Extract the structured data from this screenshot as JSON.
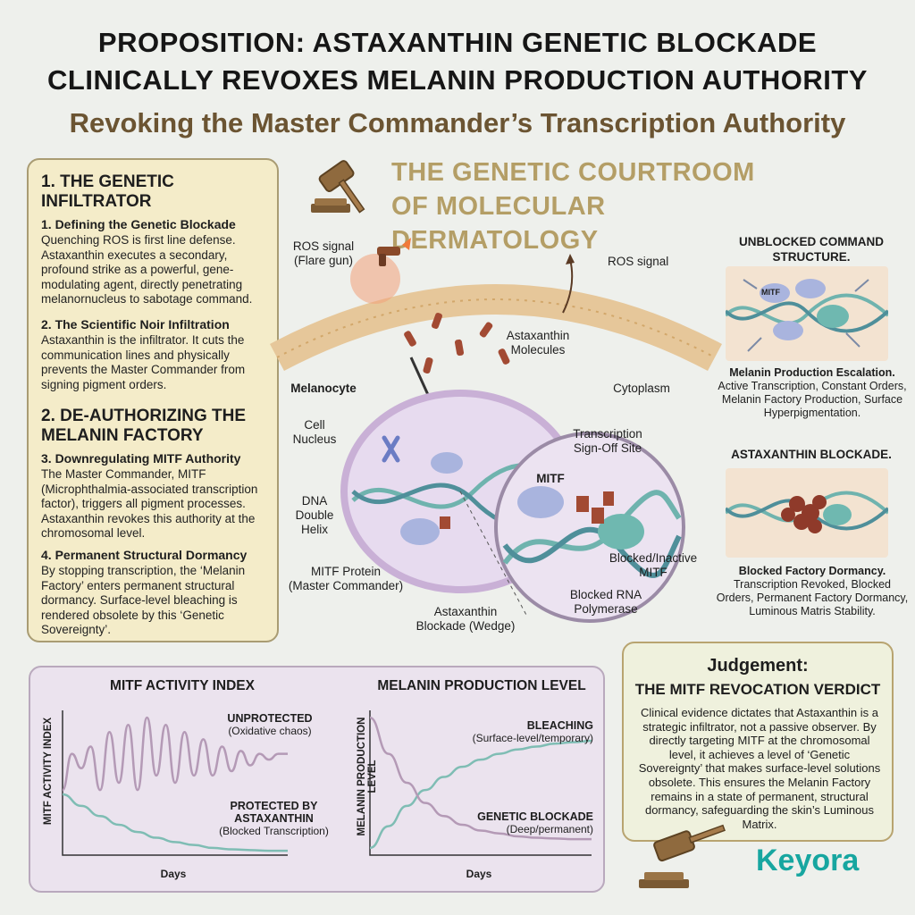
{
  "header": {
    "title_line1": "PROPOSITION: ASTAXANTHIN GENETIC BLOCKADE",
    "title_line2": "CLINICALLY REVOXES MELANIN PRODUCTION AUTHORITY",
    "subtitle": "Revoking the Master Commander’s Transcription Authority"
  },
  "courtroom": {
    "line1": "THE GENETIC COURTROOM",
    "line2": "OF MOLECULAR DERMATOLOGY"
  },
  "left_panel": {
    "heading1": "1. THE GENETIC INFILTRATOR",
    "s1_title": "1. Defining the Genetic Blockade",
    "s1_body": "Quenching ROS is first line defense. Astaxanthin executes a secondary, profound strike as a powerful, gene-modulating agent, directly penetrating melanornucleus to sabotage command.",
    "s2_title": "2. The Scientific Noir Infiltration",
    "s2_body": "Astaxanthin is the infiltrator. It cuts the communication lines and physically prevents the Master Commander from signing pigment orders.",
    "heading2": "2. DE-AUTHORIZING THE MELANIN FACTORY",
    "s3_title": "3. Downregulating MITF Authority",
    "s3_body": "The Master Commander, MITF (Microphthalmia-associated transcription factor), triggers all pigment processes. Astaxanthin revokes this authority at the chromosomal level.",
    "s4_title": "4. Permanent Structural Dormancy",
    "s4_body": "By stopping transcription, the ‘Melanin Factory’ enters permanent structural dormancy. Surface-level bleaching is rendered obsolete by this ‘Genetic Sovereignty’."
  },
  "diagram_labels": {
    "ros_flare": "ROS signal\n(Flare gun)",
    "ros_signal": "ROS signal",
    "astaxanthin_molecules": "Astaxanthin\nMolecules",
    "melanocyte": "Melanocyte",
    "cytoplasm": "Cytoplasm",
    "cell_nucleus": "Cell\nNucleus",
    "dna": "DNA\nDouble\nHelix",
    "mitf_protein": "MITF Protein\n(Master Commander)",
    "blockade": "Astaxanthin\nBlockade (Wedge)",
    "signoff": "Transcription\nSign-Off Site",
    "mitf": "MITF",
    "blocked_mitf": "Blocked/Inactive\nMITF",
    "blocked_rna": "Blocked RNA\nPolymerase"
  },
  "right_panel": {
    "unblocked_title": "UNBLOCKED COMMAND STRUCTURE.",
    "unblocked_cap_title": "Melanin Production Escalation.",
    "unblocked_cap_body": "Active Transcription, Constant Orders, Melanin Factory Production, Surface Hyperpigmentation.",
    "blockade_title": "ASTAXANTHIN BLOCKADE.",
    "blockade_cap_title": "Blocked Factory Dormancy.",
    "blockade_cap_body": "Transcription Revoked, Blocked Orders, Permanent Factory Dormancy, Luminous Matris Stability.",
    "mitf_tag": "MITF"
  },
  "chart_data": [
    {
      "type": "line",
      "title": "MITF ACTIVITY INDEX",
      "xlabel": "Days",
      "ylabel": "MITF ACTIVITY INDEX",
      "series": [
        {
          "name": "UNPROTECTED",
          "note": "(Oxidative chaos)",
          "color": "#b49ab6",
          "x": [
            0,
            1,
            2,
            3,
            4,
            5,
            6,
            7,
            8,
            9,
            10,
            11,
            12,
            13,
            14,
            15,
            16,
            17,
            18,
            19,
            20,
            21,
            22,
            23,
            24
          ],
          "y": [
            45,
            70,
            60,
            75,
            45,
            85,
            50,
            90,
            45,
            95,
            55,
            90,
            50,
            85,
            55,
            80,
            55,
            75,
            58,
            72,
            62,
            70,
            66,
            70,
            70
          ]
        },
        {
          "name": "PROTECTED BY ASTAXANTHIN",
          "note": "(Blocked Transcription)",
          "color": "#7fbdb4",
          "x": [
            0,
            2,
            4,
            6,
            8,
            10,
            12,
            14,
            16,
            18,
            20,
            22,
            24
          ],
          "y": [
            42,
            34,
            27,
            21,
            16,
            12,
            9,
            7,
            5,
            4,
            3.5,
            3,
            3
          ]
        }
      ]
    },
    {
      "type": "line",
      "title": "MELANIN PRODUCTION LEVEL",
      "xlabel": "Days",
      "ylabel": "MELANIN PRODUCTION LEVEL",
      "series": [
        {
          "name": "BLEACHING",
          "note": "(Surface-level/temporary)",
          "color": "#7fbdb4",
          "x": [
            0,
            2,
            4,
            6,
            8,
            10,
            12,
            14,
            16,
            18,
            20,
            22,
            24
          ],
          "y": [
            5,
            20,
            34,
            45,
            54,
            61,
            66,
            70,
            73,
            75,
            77,
            78,
            79
          ]
        },
        {
          "name": "GENETIC BLOCKADE",
          "note": "(Deep/permanent)",
          "color": "#b49ab6",
          "x": [
            0,
            2,
            4,
            6,
            8,
            10,
            12,
            14,
            16,
            18,
            20,
            22,
            24
          ],
          "y": [
            95,
            70,
            50,
            36,
            27,
            21,
            17,
            15,
            13,
            12,
            11.5,
            11,
            11
          ]
        }
      ]
    }
  ],
  "judgement": {
    "heading": "Judgement:",
    "subheading": "THE MITF REVOCATION VERDICT",
    "body": "Clinical evidence dictates that Astaxanthin is a strategic infiltrator, not a passive observer. By directly targeting MITF at the chromosomal level, it achieves a level of ‘Genetic Sovereignty’ that makes surface-level solutions obsolete. This ensures the Melanin Factory remains in a state of permanent, structural dormancy, safeguarding the skin’s Luminous Matrix."
  },
  "logo": {
    "text": "Keyora"
  },
  "colors": {
    "teal": "#7fbdb4",
    "lavender": "#b49ab6",
    "gold": "#b49e66",
    "brown": "#8a5a2b",
    "rust": "#a24a33"
  }
}
